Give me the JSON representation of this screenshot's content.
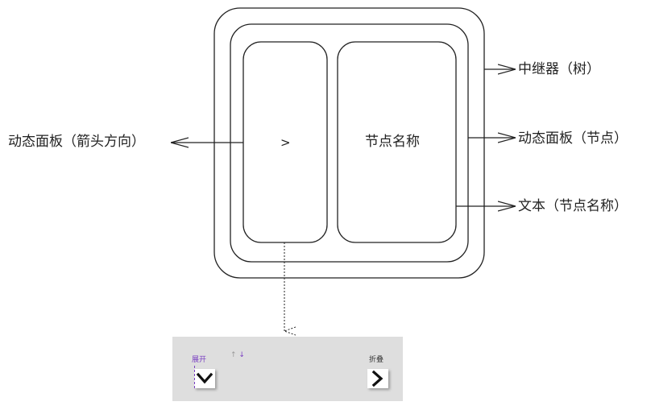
{
  "diagram": {
    "left_label": "动态面板（箭头方向）",
    "right_labels": {
      "repeater": "中继器（树）",
      "dynamic_panel_node": "动态面板（节点）",
      "text_node_name": "文本（节点名称）"
    },
    "arrow_symbol": ">",
    "node_name": "节点名称"
  },
  "panel": {
    "expand_label": "展开",
    "up_arrow": "↑",
    "down_arrow": "↓",
    "collapse_label": "折叠",
    "expand_icon": "chevron-down-icon",
    "collapse_icon": "chevron-right-icon"
  }
}
